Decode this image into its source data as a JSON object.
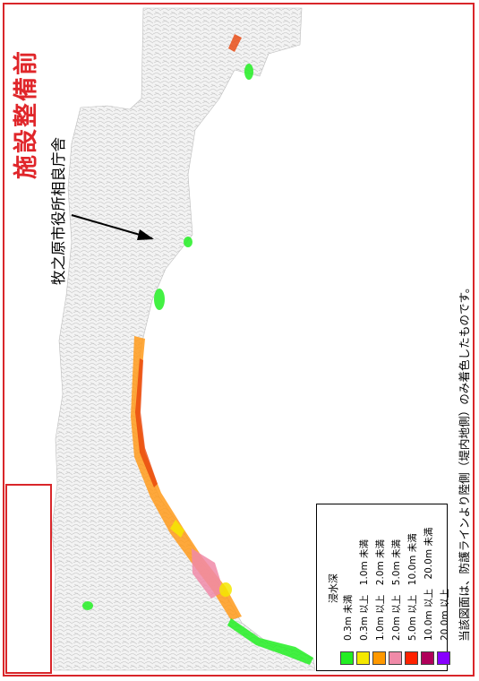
{
  "title": "施設整備前",
  "annotation": "牧之原市役所相良庁舎",
  "note": "当該図面は、防護ラインより陸側（堤内地側）のみ着色したものです。",
  "legend": {
    "title": "浸水深",
    "items": [
      {
        "label": "0.3m 未満",
        "color": "#22ee22"
      },
      {
        "label": "0.3m 以上　1.0m 未満",
        "color": "#f5e800"
      },
      {
        "label": "1.0m 以上　2.0m 未満",
        "color": "#ff9900"
      },
      {
        "label": "2.0m 以上　5.0m 未満",
        "color": "#f08aa8"
      },
      {
        "label": "5.0m 以上　10.0m 未満",
        "color": "#ff2200"
      },
      {
        "label": "10.0m 以上　20.0m 未満",
        "color": "#b0005a"
      },
      {
        "label": "20.0m 以上",
        "color": "#8800ff"
      }
    ]
  },
  "colors": {
    "frame": "#d9262a",
    "title": "#e0262a"
  }
}
